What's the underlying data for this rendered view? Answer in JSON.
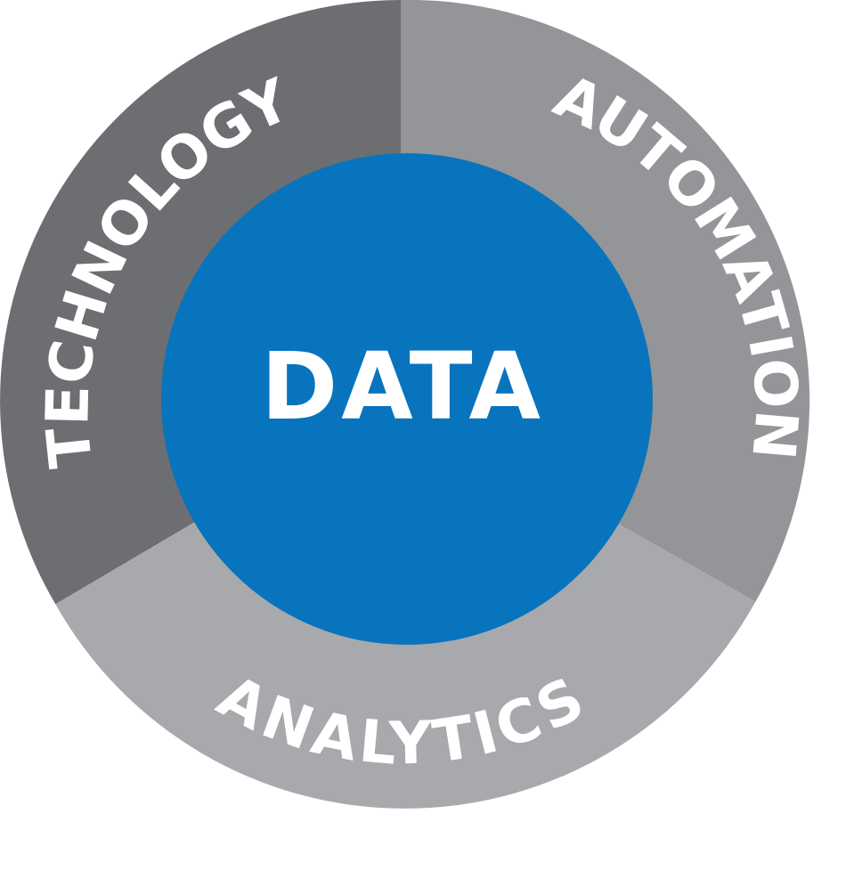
{
  "center": {
    "label": "DATA",
    "color": "#0874bd"
  },
  "segments": [
    {
      "id": "technology",
      "label": "TECHNOLOGY",
      "color": "#6d6e71"
    },
    {
      "id": "automation",
      "label": "AUTOMATION",
      "color": "#939598"
    },
    {
      "id": "analytics",
      "label": "ANALYTICS",
      "color": "#a7a9ac"
    }
  ],
  "text_color": "#ffffff"
}
